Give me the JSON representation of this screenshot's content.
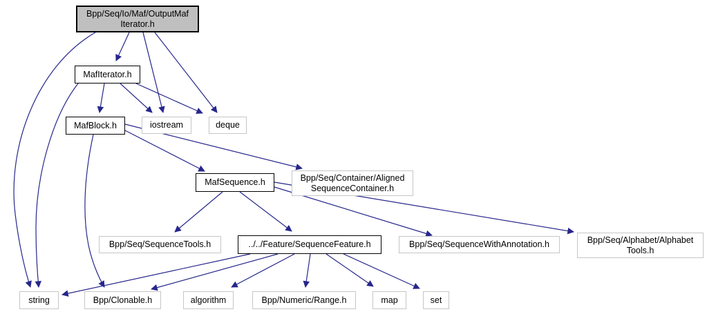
{
  "diagram": {
    "type": "include-dependency-graph",
    "root_file": "Bpp/Seq/Io/Maf/OutputMafIterator.h",
    "colors": {
      "edge": "#26268b",
      "highlight_node_fill": "#bfbfbf",
      "node_fill": "#ffffff",
      "internal_node_border": "#000000",
      "external_node_border": "#c6c6c6"
    },
    "nodes": {
      "output_maf_iterator": {
        "label": "Bpp/Seq/Io/Maf/OutputMafIterator.h",
        "line1": "Bpp/Seq/Io/Maf/OutputMaf",
        "line2": "Iterator.h"
      },
      "maf_iterator": {
        "label": "MafIterator.h"
      },
      "maf_block": {
        "label": "MafBlock.h"
      },
      "iostream": {
        "label": "iostream"
      },
      "deque": {
        "label": "deque"
      },
      "maf_sequence": {
        "label": "MafSequence.h"
      },
      "aligned_sequence_container": {
        "label": "Bpp/Seq/Container/AlignedSequenceContainer.h",
        "line1": "Bpp/Seq/Container/Aligned",
        "line2": "SequenceContainer.h"
      },
      "sequence_tools": {
        "label": "Bpp/Seq/SequenceTools.h"
      },
      "sequence_feature": {
        "label": "../../Feature/SequenceFeature.h"
      },
      "sequence_with_annotation": {
        "label": "Bpp/Seq/SequenceWithAnnotation.h"
      },
      "alphabet_tools": {
        "label": "Bpp/Seq/Alphabet/AlphabetTools.h",
        "line1": "Bpp/Seq/Alphabet/Alphabet",
        "line2": "Tools.h"
      },
      "string": {
        "label": "string"
      },
      "clonable": {
        "label": "Bpp/Clonable.h"
      },
      "algorithm": {
        "label": "algorithm"
      },
      "range": {
        "label": "Bpp/Numeric/Range.h"
      },
      "map": {
        "label": "map"
      },
      "set": {
        "label": "set"
      }
    },
    "edges": [
      {
        "from": "output_maf_iterator",
        "to": "maf_iterator"
      },
      {
        "from": "output_maf_iterator",
        "to": "iostream"
      },
      {
        "from": "output_maf_iterator",
        "to": "deque"
      },
      {
        "from": "output_maf_iterator",
        "to": "string"
      },
      {
        "from": "maf_iterator",
        "to": "maf_block"
      },
      {
        "from": "maf_iterator",
        "to": "iostream"
      },
      {
        "from": "maf_iterator",
        "to": "deque"
      },
      {
        "from": "maf_iterator",
        "to": "string"
      },
      {
        "from": "maf_block",
        "to": "maf_sequence"
      },
      {
        "from": "maf_block",
        "to": "aligned_sequence_container"
      },
      {
        "from": "maf_block",
        "to": "clonable"
      },
      {
        "from": "maf_sequence",
        "to": "sequence_tools"
      },
      {
        "from": "maf_sequence",
        "to": "sequence_feature"
      },
      {
        "from": "maf_sequence",
        "to": "sequence_with_annotation"
      },
      {
        "from": "maf_sequence",
        "to": "alphabet_tools"
      },
      {
        "from": "sequence_feature",
        "to": "string"
      },
      {
        "from": "sequence_feature",
        "to": "clonable"
      },
      {
        "from": "sequence_feature",
        "to": "algorithm"
      },
      {
        "from": "sequence_feature",
        "to": "range"
      },
      {
        "from": "sequence_feature",
        "to": "map"
      },
      {
        "from": "sequence_feature",
        "to": "set"
      }
    ]
  }
}
